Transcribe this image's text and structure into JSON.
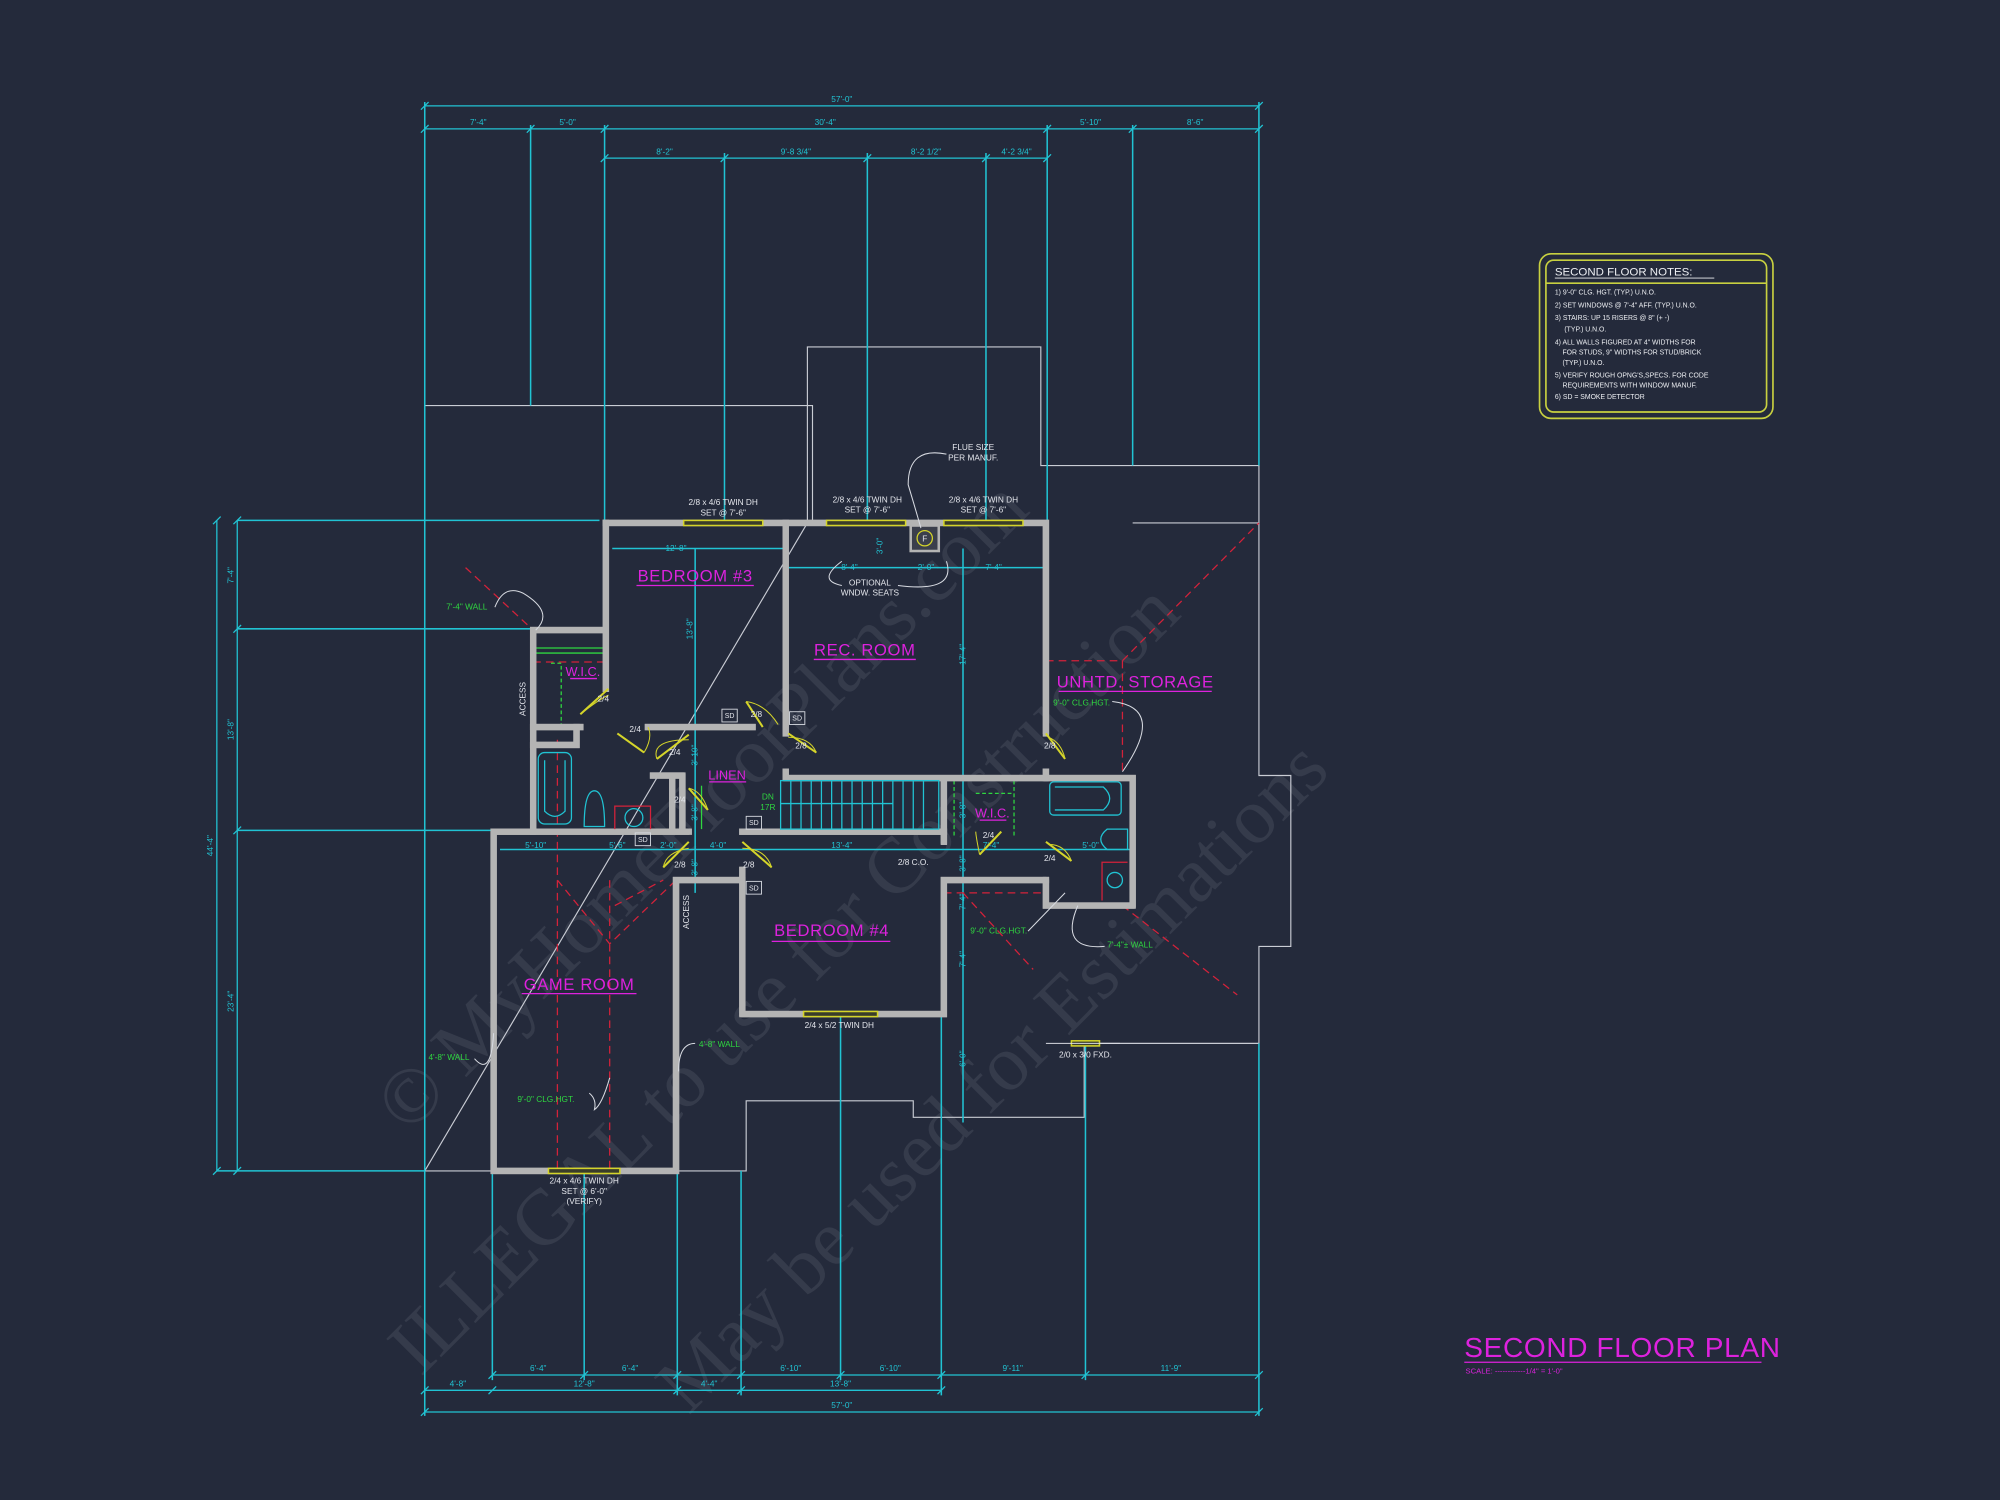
{
  "colors": {
    "background": "#242a3b",
    "dimension": "#21c3d3",
    "wall": "#b4b4b4",
    "window": "#d4d42a",
    "room_label": "#dd22dd",
    "note_green": "#2fd640",
    "hidden_red": "#d3223a",
    "notes_border": "#c8d040"
  },
  "title": {
    "text": "SECOND FLOOR PLAN",
    "scale": "SCALE: ------------1/4\" = 1'-0\""
  },
  "notes": {
    "heading": "SECOND FLOOR NOTES:",
    "lines": [
      "1) 9'-0\"  CLG. HGT. (TYP.) U.N.O.",
      "2) SET WINDOWS @ 7'-4\" AFF. (TYP.) U.N.O.",
      "3) STAIRS: UP 15 RISERS @ 8\" (+ -)",
      "     (TYP.) U.N.O.",
      "4) ALL WALLS FIGURED AT 4\" WIDTHS FOR",
      "    FOR STUDS, 9\" WIDTHS FOR STUD/BRICK",
      "    (TYP.) U.N.O.",
      "5) VERIFY ROUGH OPNG'S,SPECS. FOR CODE",
      "    REQUIREMENTS WITH WINDOW MANUF.",
      "6) SD = SMOKE DETECTOR"
    ]
  },
  "rooms": {
    "bedroom3": "BEDROOM #3",
    "rec_room": "REC. ROOM",
    "storage": "UNHTD. STORAGE",
    "wic1": "W.I.C.",
    "linen": "LINEN",
    "wic2": "W.I.C.",
    "bedroom4": "BEDROOM #4",
    "game_room": "GAME ROOM"
  },
  "dimensions": {
    "top_overall": "57'-0\"",
    "top_row2": [
      "7'-4\"",
      "5'-0\"",
      "30'-4\"",
      "5'-10\"",
      "8'-6\""
    ],
    "top_row3": [
      "8'-2\"",
      "9'-8 3/4\"",
      "8'-2 1/2\"",
      "4'-2 3/4\""
    ],
    "left_overall": "44'-4\"",
    "left_segments": [
      "7'-4\"",
      "13'-8\"",
      "23'-4\""
    ],
    "bottom_row1": [
      "6'-4\"",
      "6'-4\"",
      "6'-10\"",
      "6'-10\"",
      "9'-11\"",
      "11'-9\""
    ],
    "bottom_row2": [
      "4'-8\"",
      "12'-8\"",
      "4'-4\"",
      "13'-8\""
    ],
    "bottom_overall": "57'-0\"",
    "interior": {
      "bed3_width": "12'-8\"",
      "rec_a": "8'-4\"",
      "rec_b": "2'-0\"",
      "rec_c": "7'-4\"",
      "seat_depth": "3'-0\"",
      "bed3_depth": "13'-8\"",
      "rec_depth": "17'-4\"",
      "hall_a": "5'-10\"",
      "hall_b": "5'-6\"",
      "hall_c": "2'-0\"",
      "hall_d": "4'-0\"",
      "hall_e": "13'-4\"",
      "bath_w": "5'-0\"",
      "linen_a": "3'-10\"",
      "linen_b": "3'-8\"",
      "wic2_d": "3'-8\"",
      "hall_f": "3'-8\"",
      "bed4_a": "7'-4\"",
      "bed4_b": "7'-4\"",
      "bed4_c": "6'-0\"",
      "wic2_w": "7'-4\""
    }
  },
  "windows": {
    "w1": [
      "2/8 x 4/6 TWIN DH",
      "SET @ 7'-6\""
    ],
    "w2": [
      "2/8 x 4/6 TWIN DH",
      "SET @ 7'-6\""
    ],
    "w3": [
      "2/8 x 4/6 TWIN DH",
      "SET @ 7'-6\""
    ],
    "w4": "2/4 x 5/2 TWIN DH",
    "w5": "2/0 x 3/0 FXD.",
    "w6": [
      "2/4 x 4/6 TWIN DH",
      "SET @ 6'-0\"",
      "(VERIFY)"
    ]
  },
  "callouts": {
    "flue": [
      "FLUE SIZE",
      "PER MANUF."
    ],
    "flue_symbol": "F",
    "seats": [
      "OPTIONAL",
      "WNDW. SEATS"
    ],
    "wall_7_4": "7'-4\" WALL",
    "wall_7_4_pm": "7'-4\"± WALL",
    "wall_4_8_left": "4'-8\" WALL",
    "wall_4_8_right": "4'-8\" WALL",
    "clg_storage": "9'-0\" CLG.HGT.",
    "clg_bed4": "9'-0\" CLG.HGT.",
    "clg_game": "9'-0\" CLG.HGT.",
    "access": "ACCESS",
    "access2": "ACCESS",
    "stairs": [
      "DN",
      "17R"
    ],
    "cased_opening": "2/8 C.O.",
    "sd": "SD"
  },
  "doors": [
    "2/4",
    "2/4",
    "2/4",
    "2/8",
    "2/8",
    "2/4",
    "2/8",
    "2/8",
    "2/4",
    "2/4",
    "2/8"
  ],
  "watermark": [
    "© MyHomeFloorPlans.com",
    "ILLEGAL to use for Construction",
    "May be used for Estimations"
  ]
}
